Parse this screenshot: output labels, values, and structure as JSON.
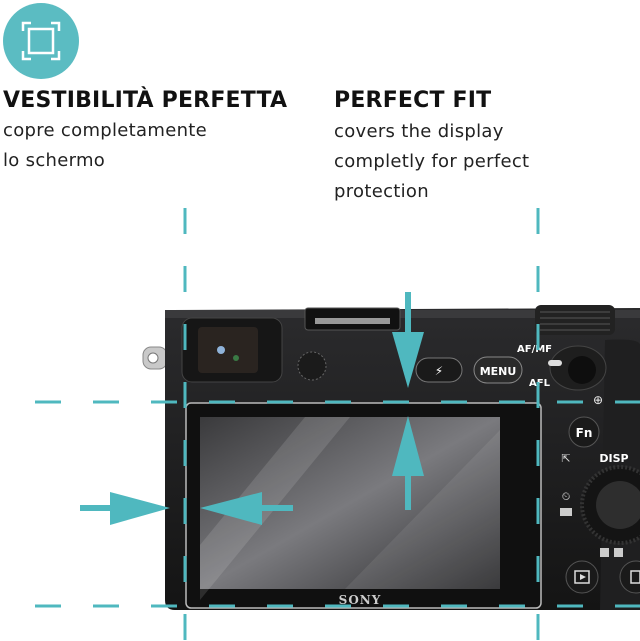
{
  "badge": {
    "icon": "fullscreen-frame-icon",
    "color": "#5bbcc2"
  },
  "italian": {
    "title": "VESTIBILITÀ PERFETTA",
    "line1": "copre completamente",
    "line2": "lo schermo"
  },
  "english": {
    "title": "PERFECT FIT",
    "line1": "covers the display",
    "line2": "completly for perfect",
    "line3": "protection"
  },
  "camera": {
    "brand": "SONY",
    "buttons": {
      "flash": "⚡",
      "menu": "MENU",
      "af_mf": "AF/MF",
      "afl": "AFL",
      "fn": "Fn",
      "disp": "DISP"
    }
  },
  "colors": {
    "accent": "#4fb8bf",
    "camera_body": "#1a1a1a"
  }
}
